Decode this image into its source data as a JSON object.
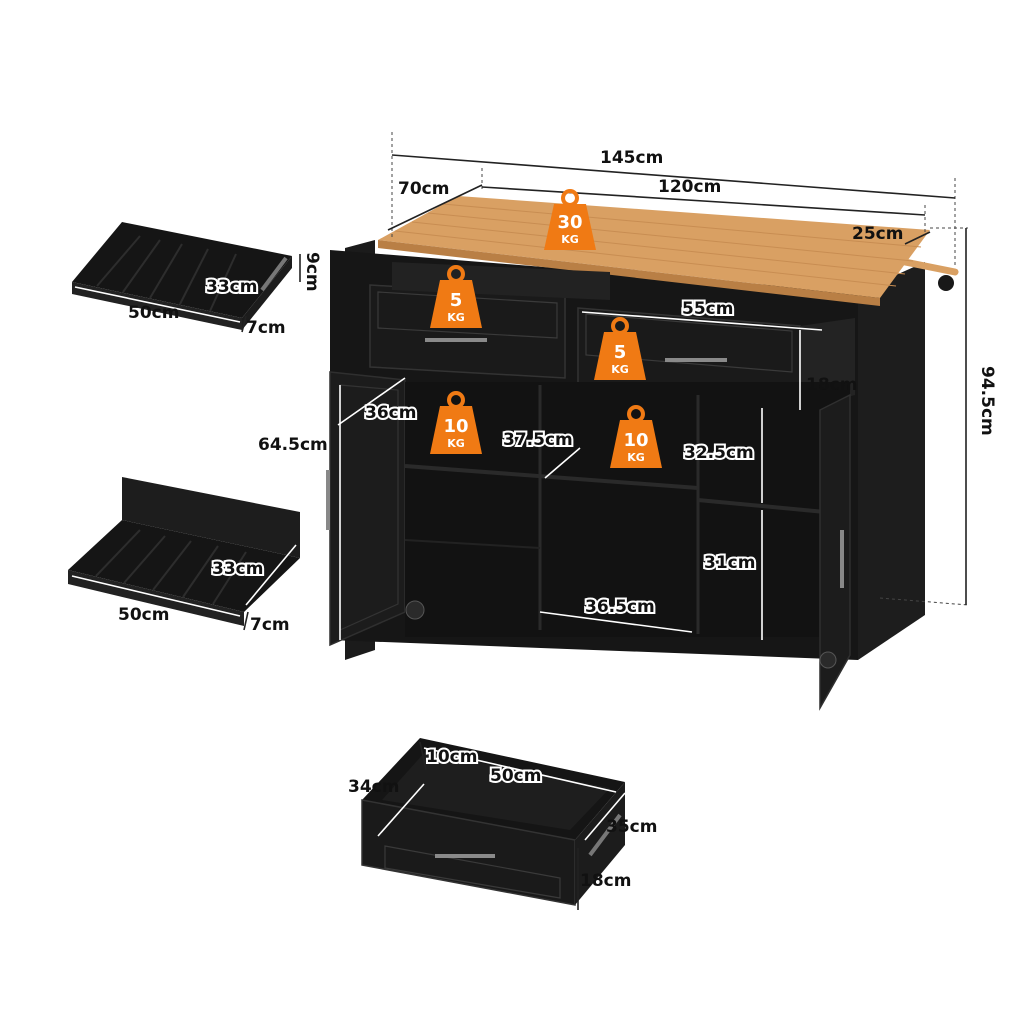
{
  "colors": {
    "cabinet": "#151515",
    "cabinet_edge": "#2a2a2a",
    "wood": "#d9a063",
    "weight_badge": "#f07a14",
    "line": "#222222"
  },
  "island": {
    "overall_width": "145cm",
    "depth": "70cm",
    "top_width": "120cm",
    "overhang": "25cm",
    "height": "94.5cm",
    "top_drawer_width": "55cm",
    "top_drawer_height": "18cm",
    "door_height": "64.5cm",
    "door_width": "36cm",
    "shelf_depth": "37.5cm",
    "shelf_upper_height": "32.5cm",
    "shelf_lower_height": "31cm",
    "shelf_width": "36.5cm"
  },
  "weights": [
    {
      "value": "30",
      "unit": "KG",
      "icon": "weight-icon"
    },
    {
      "value": "5",
      "unit": "KG",
      "icon": "weight-icon"
    },
    {
      "value": "5",
      "unit": "KG",
      "icon": "weight-icon"
    },
    {
      "value": "10",
      "unit": "KG",
      "icon": "weight-icon"
    },
    {
      "value": "10",
      "unit": "KG",
      "icon": "weight-icon"
    }
  ],
  "cutlery_tray_1": {
    "width": "50cm",
    "depth": "33cm",
    "height": "9cm",
    "inner": "7cm"
  },
  "cutlery_tray_2": {
    "width": "50cm",
    "depth": "33cm",
    "inner": "7cm"
  },
  "bottom_drawer": {
    "width": "50cm",
    "depth": "34cm",
    "inset": "10cm",
    "length": "35cm",
    "height": "18cm"
  }
}
